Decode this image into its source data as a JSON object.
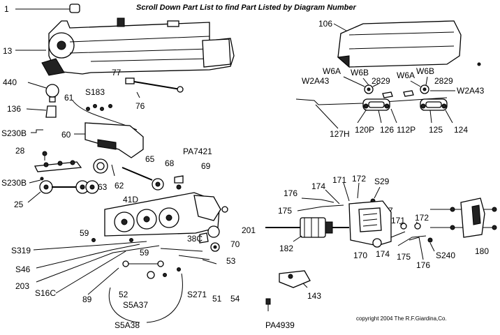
{
  "header": {
    "title": "Scroll Down Part List to find Part Listed by Diagram Number"
  },
  "copyright": "copyright 2004 The R.F.Giardina,Co.",
  "labels": {
    "l1": "1",
    "l13": "13",
    "l440": "440",
    "l136": "136",
    "ls230b_a": "S230B",
    "l28": "28",
    "ls230b_b": "S230B",
    "l25": "25",
    "l61": "61",
    "ls183": "S183",
    "l60": "60",
    "l77": "77",
    "l76": "76",
    "l65": "65",
    "l68": "68",
    "l62": "62",
    "l63": "63",
    "lpa7421": "PA7421",
    "l69": "69",
    "l41d": "41D",
    "l59a": "59",
    "l59b": "59",
    "ls319": "S319",
    "ls46": "S46",
    "l203": "203",
    "ls16c": "S16C",
    "l89": "89",
    "l52": "52",
    "ls5a37": "S5A37",
    "ls5a38": "S5A38",
    "l271": "S271",
    "l51": "51",
    "l54": "54",
    "l38c": "38C",
    "l53": "53",
    "l70": "70",
    "l201": "201",
    "l143": "143",
    "lpa4939": "PA4939",
    "l106": "106",
    "lw6a_a": "W6A",
    "lw6b_a": "W6B",
    "lw2a43_a": "W2A43",
    "l2829a": "2829",
    "lw6a_b": "W6A",
    "lw6b_b": "W6B",
    "l2829b": "2829",
    "lw2a43_b": "W2A43",
    "l127h": "127H",
    "l120p": "120P",
    "l126": "126",
    "l112p": "112P",
    "l125": "125",
    "l124": "124",
    "l176a": "176",
    "l174a": "174",
    "l171a": "171",
    "l172a": "172",
    "ls29": "S29",
    "lw67": "W67",
    "l175a": "175",
    "l182": "182",
    "l171b": "171",
    "l172b": "172",
    "l170": "170",
    "l174b": "174",
    "l175b": "175",
    "l176b": "176",
    "ls240": "S240",
    "l180": "180"
  }
}
